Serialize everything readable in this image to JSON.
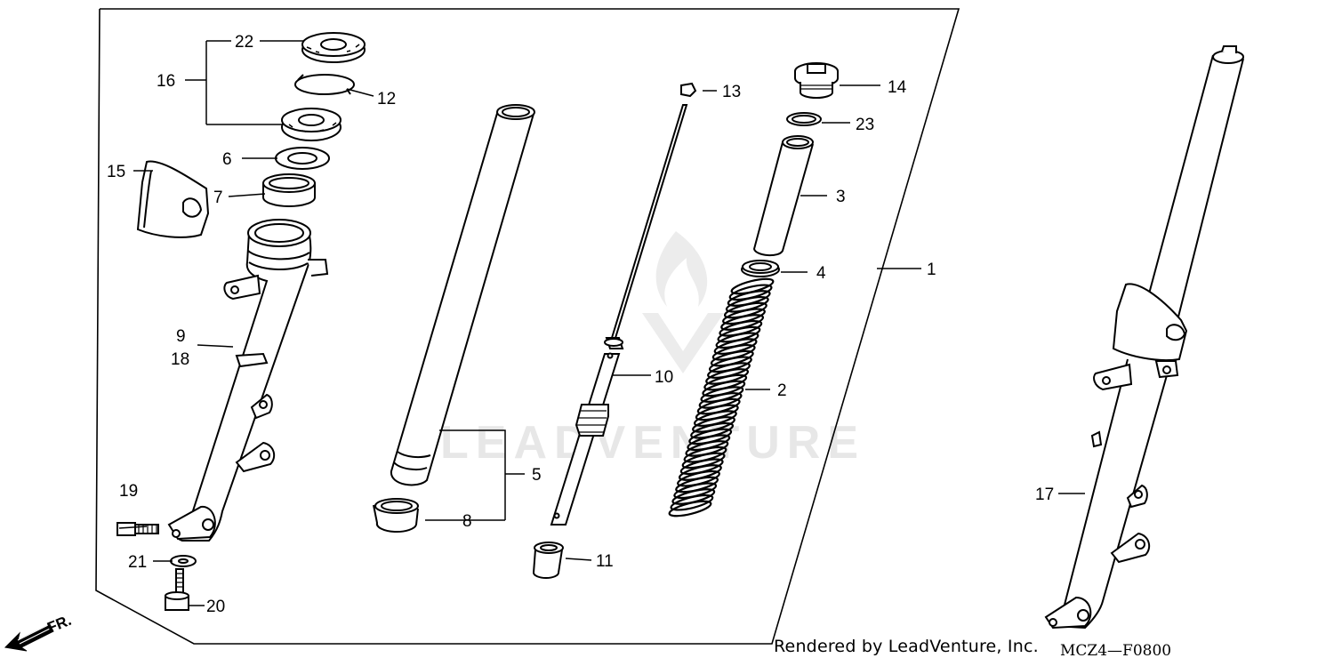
{
  "diagram": {
    "callouts": [
      {
        "id": "c1",
        "label": "1"
      },
      {
        "id": "c2",
        "label": "2"
      },
      {
        "id": "c3",
        "label": "3"
      },
      {
        "id": "c4",
        "label": "4"
      },
      {
        "id": "c5",
        "label": "5"
      },
      {
        "id": "c6",
        "label": "6"
      },
      {
        "id": "c7",
        "label": "7"
      },
      {
        "id": "c8",
        "label": "8"
      },
      {
        "id": "c9",
        "label": "9"
      },
      {
        "id": "c10",
        "label": "10"
      },
      {
        "id": "c11",
        "label": "11"
      },
      {
        "id": "c12",
        "label": "12"
      },
      {
        "id": "c13",
        "label": "13"
      },
      {
        "id": "c14",
        "label": "14"
      },
      {
        "id": "c15",
        "label": "15"
      },
      {
        "id": "c16",
        "label": "16"
      },
      {
        "id": "c17",
        "label": "17"
      },
      {
        "id": "c18",
        "label": "18"
      },
      {
        "id": "c19",
        "label": "19"
      },
      {
        "id": "c20",
        "label": "20"
      },
      {
        "id": "c21",
        "label": "21"
      },
      {
        "id": "c22",
        "label": "22"
      },
      {
        "id": "c23",
        "label": "23"
      }
    ],
    "front_indicator": "FR.",
    "watermark": "LEADVENTURE"
  },
  "footer": {
    "credit": "Rendered by LeadVenture, Inc.",
    "diagram_code": "MCZ4—F0800"
  }
}
